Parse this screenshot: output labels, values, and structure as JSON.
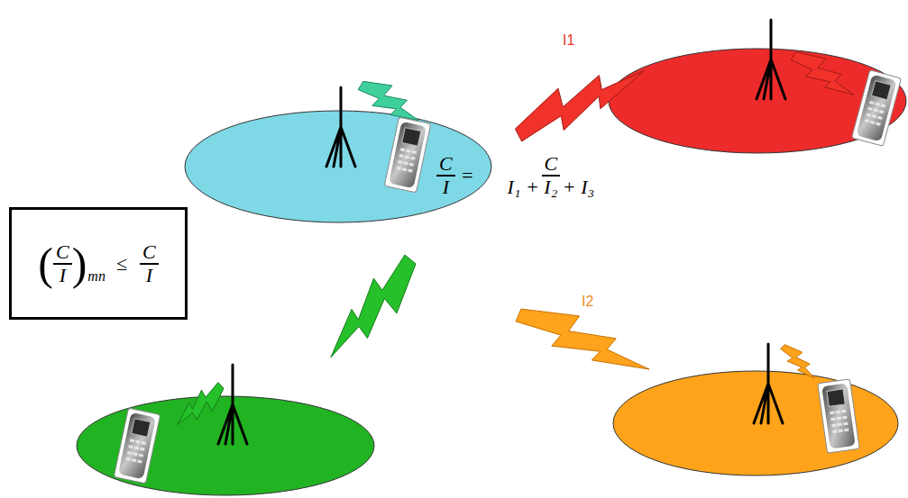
{
  "diagram": {
    "nodes": [
      {
        "text": [
          "(",
          "C",
          "I",
          ")",
          "mn",
          "≤",
          "C",
          "I"
        ]
      }
    ],
    "labels": [
      "I1",
      "I2",
      "C",
      "I",
      "=",
      "C",
      "I₁ + I₂ + I₃"
    ]
  }
}
